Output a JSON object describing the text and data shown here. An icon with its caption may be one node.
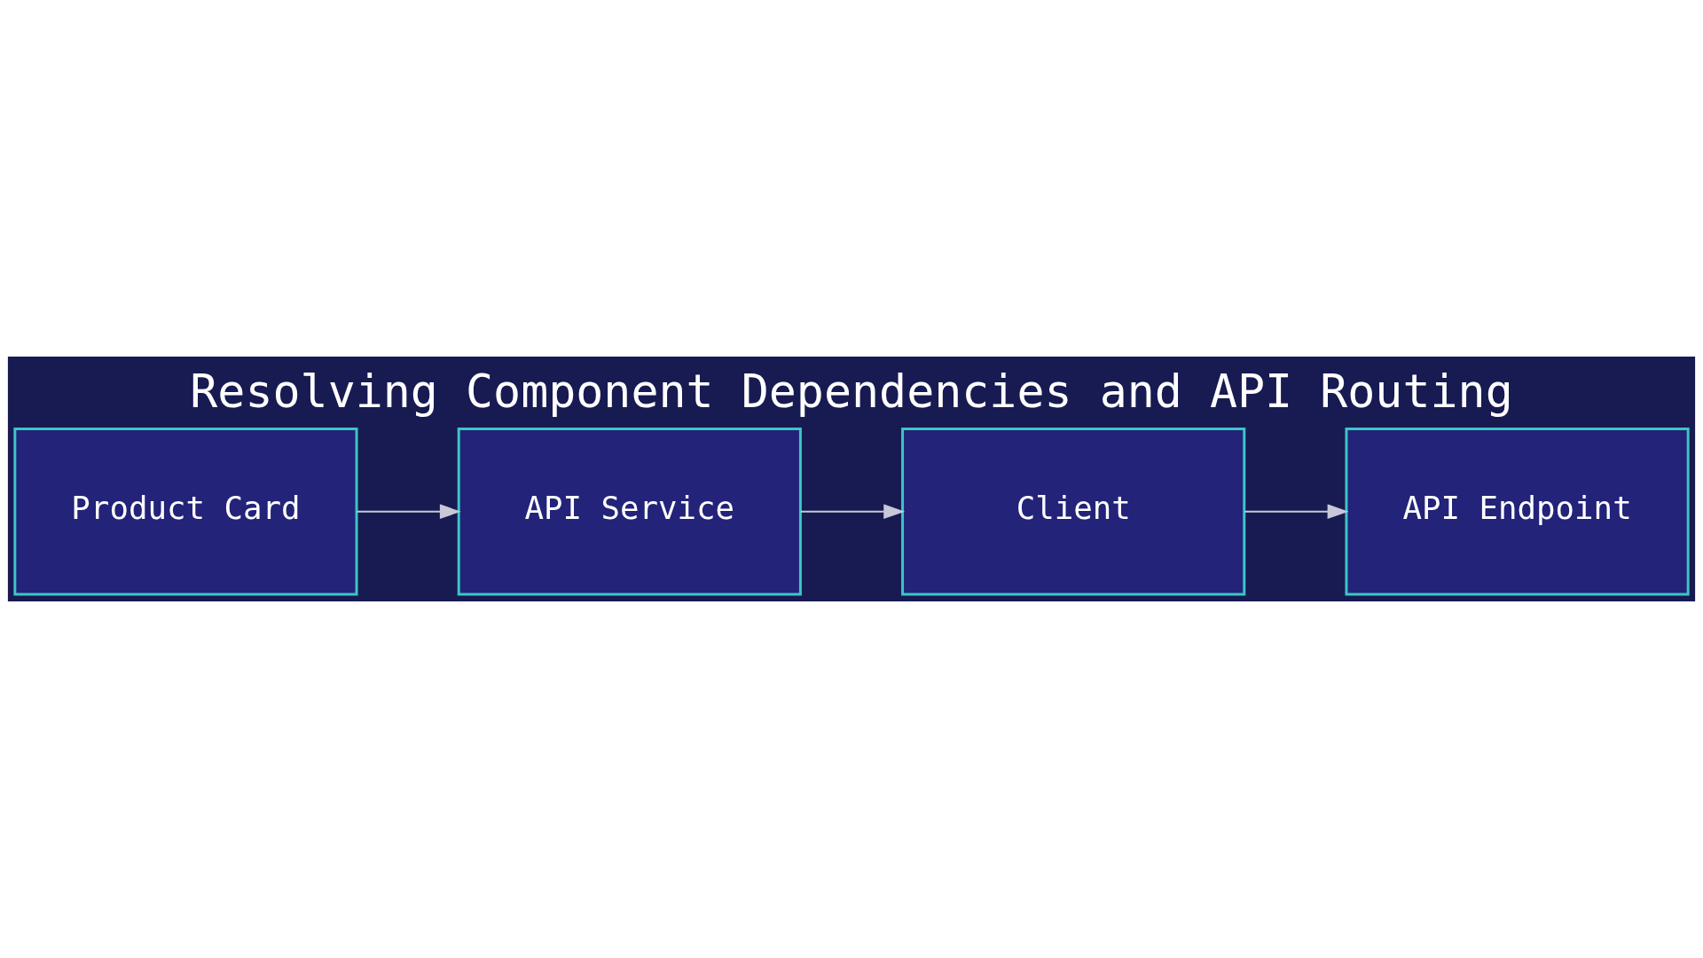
{
  "diagram": {
    "title": "Resolving Component Dependencies and API Routing",
    "nodes": [
      {
        "text": [
          "Product Card"
        ]
      },
      {
        "text": [
          "API Service"
        ]
      },
      {
        "text": [
          "Client"
        ]
      },
      {
        "text": [
          "API Endpoint"
        ]
      }
    ],
    "edges": [
      {
        "from": 0,
        "to": 1,
        "arrow": "to"
      },
      {
        "from": 1,
        "to": 2,
        "arrow": "to"
      },
      {
        "from": 2,
        "to": 3,
        "arrow": "to"
      }
    ]
  }
}
